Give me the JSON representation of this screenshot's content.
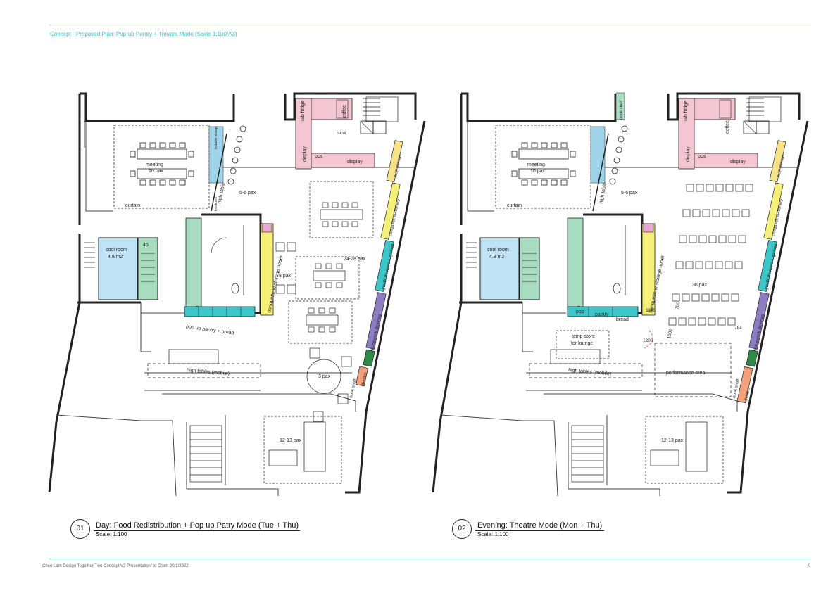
{
  "header": {
    "title": "Concept - Proposed Plan: Pop-up Pantry + Theatre Mode (Scale 1:100/A3)"
  },
  "footer": {
    "text": "Chee Lam Design   Together Two Concept V2 Presentation/ to Client   20/1/2022",
    "page": "9"
  },
  "colors": {
    "accent": "#3cb9c7",
    "pink": "#f4c6d3",
    "blue": "#9fd3ea",
    "green": "#a8dcc0",
    "yellow": "#f5f07a",
    "teal": "#3cc6c9",
    "purple": "#8e7cc3",
    "orange": "#f3a07c"
  },
  "plan1": {
    "num": "01",
    "title": "Day: Food Redistribution + Pop up Patry Mode (Tue + Thu)",
    "scale": "Scale: 1:100",
    "labels": {
      "meeting": "meeting",
      "pax10": "10 pax",
      "curtain": "curtain",
      "high_table": "high table",
      "pax56": "5-6 pax",
      "cool_room": "cool room",
      "cool_area": "4.8 m2",
      "num45": "45",
      "display1": "display",
      "display2": "display",
      "pos": "pos",
      "coffee": "coffee",
      "sink": "sink",
      "ub_fridge": "u/b fridge",
      "banquette": "banquette w storage under",
      "pax8": "8 pax",
      "pax2428": "24-28 pax",
      "pantry": "pop up pantry + bread",
      "high_tables": "high tables (mobile)",
      "pax3": "3 pax",
      "pax1213": "12-13 pax",
      "homework": "homework devices",
      "youth": "youth devices + games",
      "stationery": "computer, stationery",
      "craft": "craft storage",
      "book_shelf": "book shelf",
      "theatre": "theatre",
      "lockable": "lockable storage",
      "brochures": "brochures"
    }
  },
  "plan2": {
    "num": "02",
    "title": "Evening: Theatre Mode (Mon + Thu)",
    "scale": "Scale: 1:100",
    "labels": {
      "meeting": "meeting",
      "pax10": "10 pax",
      "curtain": "curtain",
      "high_table": "high table",
      "pax56": "5-6 pax",
      "cool_room": "cool room",
      "cool_area": "4.8 m2",
      "display1": "display",
      "display2": "display",
      "pos": "pos",
      "coffee": "coffee",
      "ub_fridge": "u/b fridge",
      "banquette": "banquette w storage under",
      "book_shelf_top": "book shelf",
      "pax36": "36 pax",
      "pop": "pop",
      "pantry": "pantry",
      "bread": "bread",
      "temp_store": "temp store",
      "for_lounge": "for lounge",
      "dim1100": "1100",
      "dim700": "700",
      "dim1200": "1200",
      "dim1001": "1001",
      "dim784": "784",
      "performance": "performance area",
      "high_tables": "high tables (mobile)",
      "pax1213": "12-13 pax",
      "homework": "homework devices",
      "youth": "youth devices + games",
      "stationery": "computer, stationery",
      "craft": "craft storage",
      "book_shelf": "book shelf",
      "theatre": "theatre"
    }
  }
}
